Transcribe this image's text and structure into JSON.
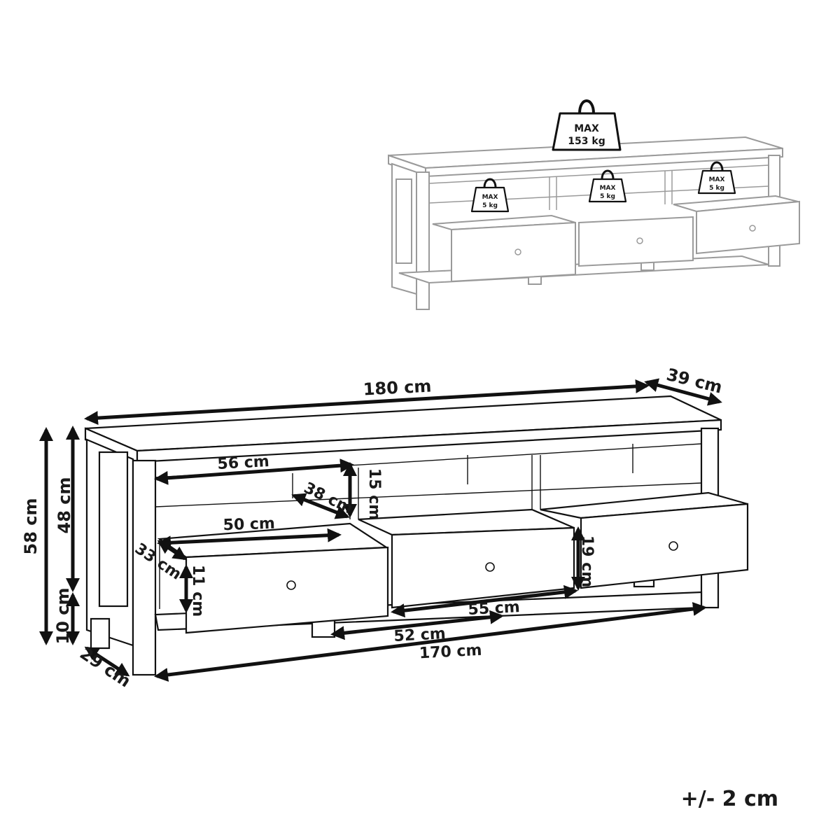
{
  "load_labels": {
    "top": {
      "line1": "MAX",
      "line2": "153 kg"
    },
    "shelf": {
      "line1": "MAX",
      "line2": "5 kg"
    }
  },
  "dimensions": {
    "total_width": "180 cm",
    "depth": "39 cm",
    "total_height": "58 cm",
    "body_height": "48 cm",
    "leg_height": "10 cm",
    "leg_depth": "29 cm",
    "compartment_width": "56 cm",
    "compartment_height": "15 cm",
    "compartment_depth": "38 cm",
    "drawer_inner_width": "50 cm",
    "drawer_depth": "33 cm",
    "drawer_inner_height": "11 cm",
    "drawer_front_height": "19 cm",
    "drawer_front_width": "55 cm",
    "leg_spacing": "52 cm",
    "base_width": "170 cm"
  },
  "tolerance": "+/- 2 cm"
}
